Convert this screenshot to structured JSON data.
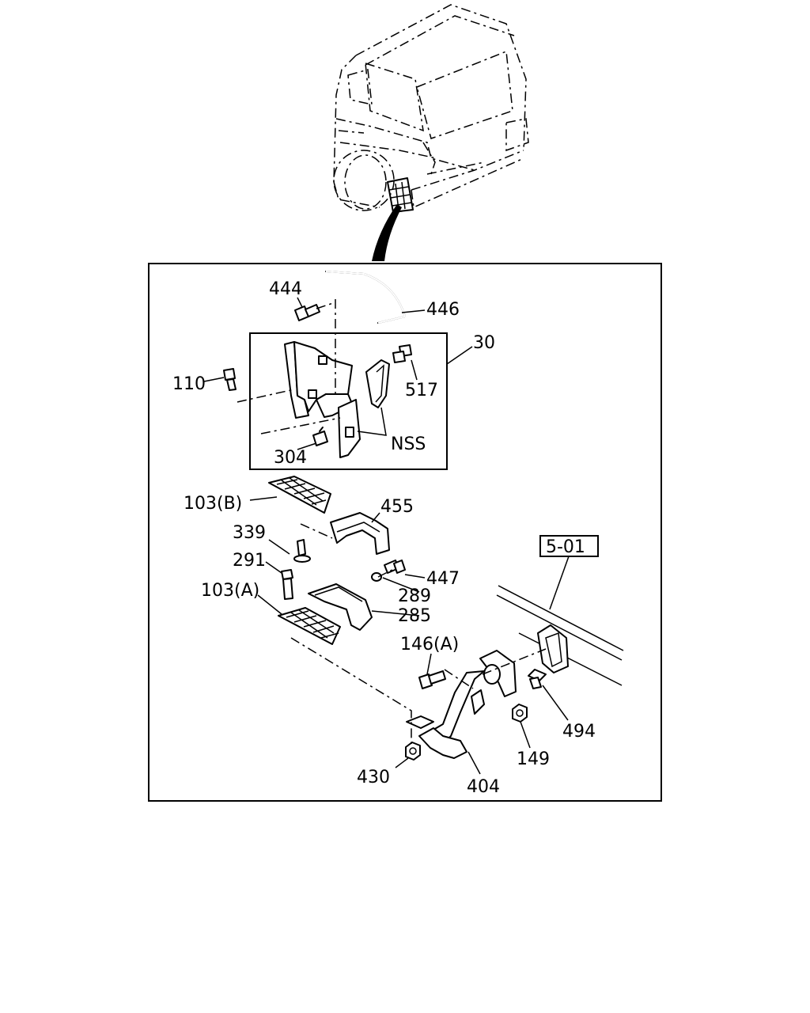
{
  "labels": {
    "p444": "444",
    "p446": "446",
    "p30": "30",
    "p110": "110",
    "p517": "517",
    "pnss": "NSS",
    "p304": "304",
    "p103b": "103(B)",
    "p455": "455",
    "p339": "339",
    "p291": "291",
    "p447": "447",
    "p103a": "103(A)",
    "p289": "289",
    "p285": "285",
    "p501": "5-01",
    "p146a": "146(A)",
    "p494": "494",
    "p149": "149",
    "p430": "430",
    "p404": "404"
  }
}
